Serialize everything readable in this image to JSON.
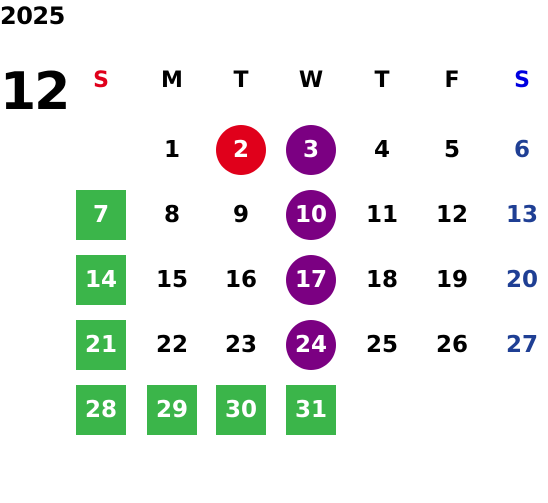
{
  "year": "2025",
  "month": "12",
  "weekdays": [
    {
      "label": "S",
      "color": "#e0001b"
    },
    {
      "label": "M",
      "color": "#000000"
    },
    {
      "label": "T",
      "color": "#000000"
    },
    {
      "label": "W",
      "color": "#000000"
    },
    {
      "label": "T",
      "color": "#000000"
    },
    {
      "label": "F",
      "color": "#000000"
    },
    {
      "label": "S",
      "color": "#0000e0"
    }
  ],
  "colors": {
    "text": "#000000",
    "saturday_text": "#1f3f94",
    "red_circle": "#e0001b",
    "purple_circle": "#7b0082",
    "green_square": "#3bb54a",
    "highlight_text": "#ffffff"
  },
  "days": [
    {
      "day": "1",
      "dow": 1,
      "week": 0,
      "style": "plain"
    },
    {
      "day": "2",
      "dow": 2,
      "week": 0,
      "style": "red-circle"
    },
    {
      "day": "3",
      "dow": 3,
      "week": 0,
      "style": "purple-circle"
    },
    {
      "day": "4",
      "dow": 4,
      "week": 0,
      "style": "plain"
    },
    {
      "day": "5",
      "dow": 5,
      "week": 0,
      "style": "plain"
    },
    {
      "day": "6",
      "dow": 6,
      "week": 0,
      "style": "saturday"
    },
    {
      "day": "7",
      "dow": 0,
      "week": 1,
      "style": "green-square"
    },
    {
      "day": "8",
      "dow": 1,
      "week": 1,
      "style": "plain"
    },
    {
      "day": "9",
      "dow": 2,
      "week": 1,
      "style": "plain"
    },
    {
      "day": "10",
      "dow": 3,
      "week": 1,
      "style": "purple-circle"
    },
    {
      "day": "11",
      "dow": 4,
      "week": 1,
      "style": "plain"
    },
    {
      "day": "12",
      "dow": 5,
      "week": 1,
      "style": "plain"
    },
    {
      "day": "13",
      "dow": 6,
      "week": 1,
      "style": "saturday"
    },
    {
      "day": "14",
      "dow": 0,
      "week": 2,
      "style": "green-square"
    },
    {
      "day": "15",
      "dow": 1,
      "week": 2,
      "style": "plain"
    },
    {
      "day": "16",
      "dow": 2,
      "week": 2,
      "style": "plain"
    },
    {
      "day": "17",
      "dow": 3,
      "week": 2,
      "style": "purple-circle"
    },
    {
      "day": "18",
      "dow": 4,
      "week": 2,
      "style": "plain"
    },
    {
      "day": "19",
      "dow": 5,
      "week": 2,
      "style": "plain"
    },
    {
      "day": "20",
      "dow": 6,
      "week": 2,
      "style": "saturday"
    },
    {
      "day": "21",
      "dow": 0,
      "week": 3,
      "style": "green-square"
    },
    {
      "day": "22",
      "dow": 1,
      "week": 3,
      "style": "plain"
    },
    {
      "day": "23",
      "dow": 2,
      "week": 3,
      "style": "plain"
    },
    {
      "day": "24",
      "dow": 3,
      "week": 3,
      "style": "purple-circle"
    },
    {
      "day": "25",
      "dow": 4,
      "week": 3,
      "style": "plain"
    },
    {
      "day": "26",
      "dow": 5,
      "week": 3,
      "style": "plain"
    },
    {
      "day": "27",
      "dow": 6,
      "week": 3,
      "style": "saturday"
    },
    {
      "day": "28",
      "dow": 0,
      "week": 4,
      "style": "green-square"
    },
    {
      "day": "29",
      "dow": 1,
      "week": 4,
      "style": "green-square"
    },
    {
      "day": "30",
      "dow": 2,
      "week": 4,
      "style": "green-square"
    },
    {
      "day": "31",
      "dow": 3,
      "week": 4,
      "style": "green-square"
    }
  ]
}
